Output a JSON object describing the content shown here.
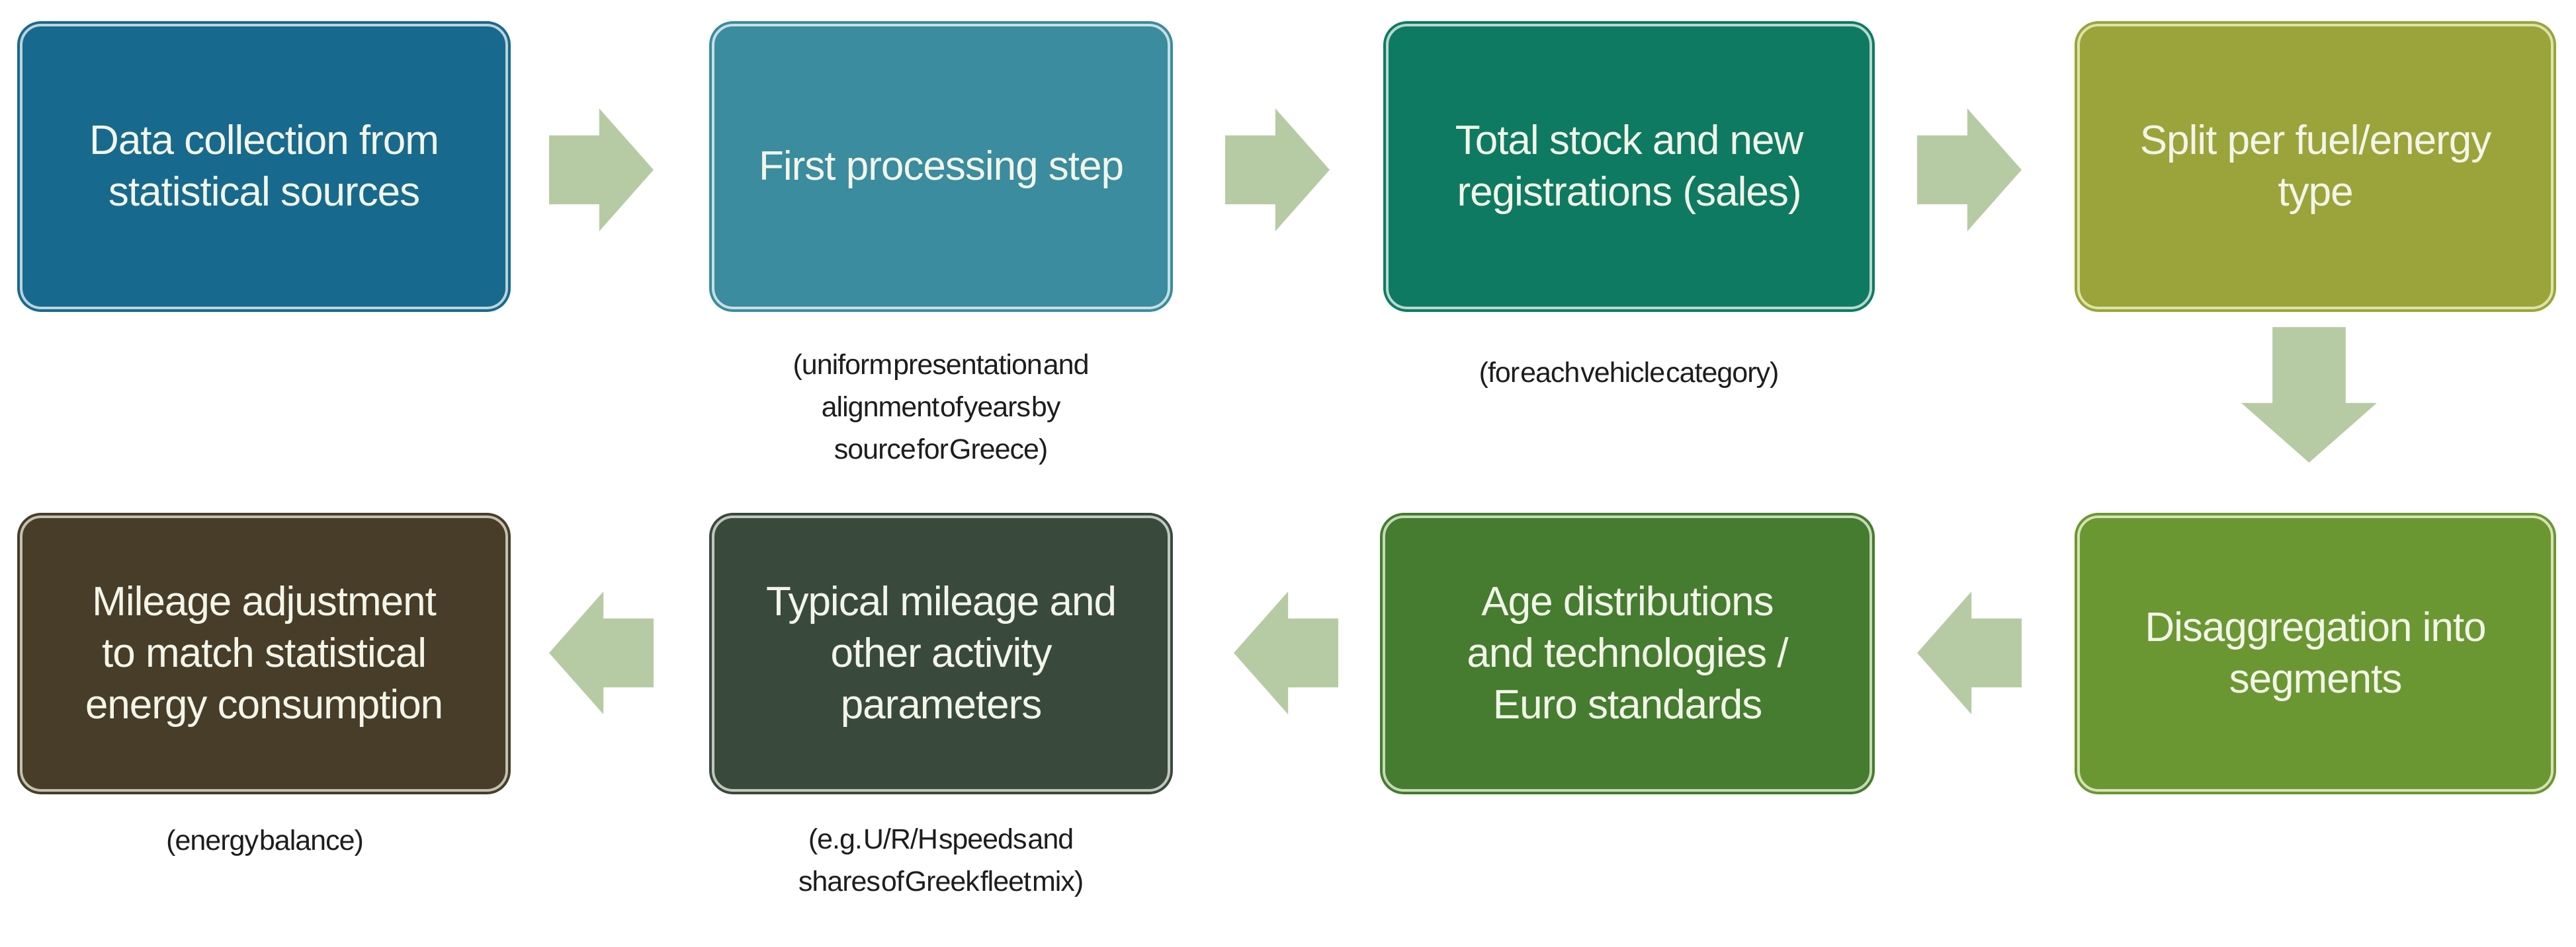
{
  "boxes": [
    {
      "id": "data-collection",
      "label": "Data collection from\nstatistical sources",
      "fill": "#176a8d",
      "border": "#bcd3dc",
      "caption": ""
    },
    {
      "id": "first-processing",
      "label": "First processing step",
      "fill": "#3a8c9e",
      "border": "#c6dfe3",
      "caption": "(uniform presentation and\nalignment of years by\nsource for Greece)"
    },
    {
      "id": "total-stock",
      "label": "Total stock and new\nregistrations (sales)",
      "fill": "#0e7a62",
      "border": "#b9d9d0",
      "caption": "(for each vehicle category)"
    },
    {
      "id": "split-fuel",
      "label": "Split per fuel/energy\ntype",
      "fill": "#9aa43a",
      "border": "#dde3a8",
      "caption": ""
    },
    {
      "id": "disaggregation",
      "label": "Disaggregation into\nsegments",
      "fill": "#6b9733",
      "border": "#d6e2b4",
      "caption": ""
    },
    {
      "id": "age-distributions",
      "label": "Age distributions\nand technologies /\nEuro standards",
      "fill": "#457c2f",
      "border": "#c6dab6",
      "caption": ""
    },
    {
      "id": "typical-mileage",
      "label": "Typical mileage and\nother activity\nparameters",
      "fill": "#394a3c",
      "border": "#c1c7bd",
      "caption": "(e.g. U/R/H speeds and\nshares of Greek fleet mix)"
    },
    {
      "id": "mileage-adjustment",
      "label": "Mileage adjustment\nto match statistical\nenergy consumption",
      "fill": "#473d28",
      "border": "#c4c0b2",
      "caption": "(energy balance)"
    }
  ],
  "arrows": [
    {
      "id": "arrow-1",
      "direction": "right"
    },
    {
      "id": "arrow-2",
      "direction": "right"
    },
    {
      "id": "arrow-3",
      "direction": "right"
    },
    {
      "id": "arrow-4",
      "direction": "down"
    },
    {
      "id": "arrow-5",
      "direction": "left"
    },
    {
      "id": "arrow-6",
      "direction": "left"
    },
    {
      "id": "arrow-7",
      "direction": "left"
    }
  ],
  "colors": {
    "arrow": "#b6cba4",
    "background": "#ffffff",
    "box_text": "#f3f5e9",
    "caption_text": "#1d1d1d"
  }
}
